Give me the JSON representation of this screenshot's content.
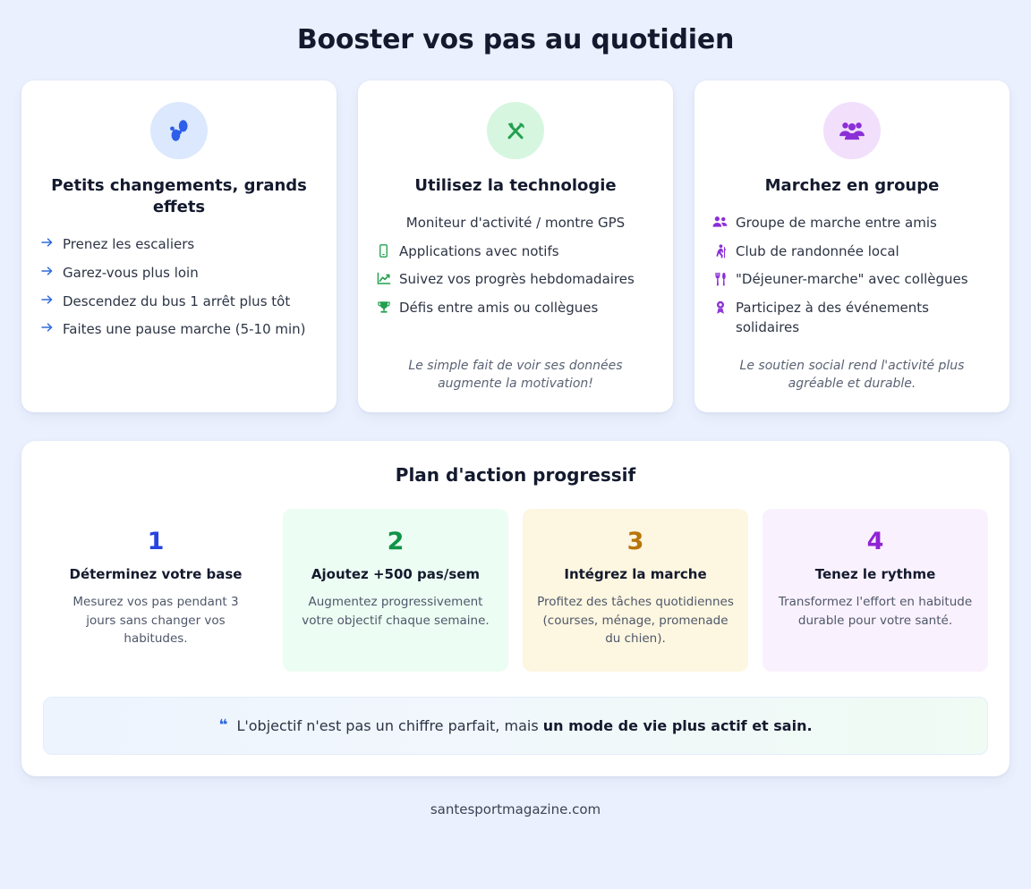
{
  "page": {
    "title": "Booster vos pas au quotidien",
    "background_color": "#eaf0fd",
    "footer": "santesportmagazine.com"
  },
  "cards": [
    {
      "icon": "footprints-icon",
      "icon_color": "#2d5fe8",
      "icon_bg": "#dbe8fd",
      "title": "Petits changements, grands effets",
      "bullets": [
        {
          "icon": "arrow-right-icon",
          "icon_color": "#2f6bdd",
          "text": "Prenez les escaliers"
        },
        {
          "icon": "arrow-right-icon",
          "icon_color": "#2f6bdd",
          "text": "Garez-vous plus loin"
        },
        {
          "icon": "arrow-right-icon",
          "icon_color": "#2f6bdd",
          "text": "Descendez du bus 1 arrêt plus tôt"
        },
        {
          "icon": "arrow-right-icon",
          "icon_color": "#2f6bdd",
          "text": "Faites une pause marche (5-10 min)"
        }
      ],
      "note": ""
    },
    {
      "icon": "hammer-and-wrench-icon",
      "icon_color": "#22a04e",
      "icon_bg": "#d6f6e0",
      "title": "Utilisez la technologie",
      "bullets": [
        {
          "icon": "watch-icon",
          "icon_color": "#22a04e",
          "text": "Moniteur d'activité / montre GPS"
        },
        {
          "icon": "mobile-phone-icon",
          "icon_color": "#22a04e",
          "text": "Applications avec notifs"
        },
        {
          "icon": "chart-increasing-icon",
          "icon_color": "#22a04e",
          "text": "Suivez vos progrès hebdomadaires"
        },
        {
          "icon": "trophy-icon",
          "icon_color": "#22a04e",
          "text": "Défis entre amis ou collègues"
        }
      ],
      "note": "Le simple fait de voir ses données augmente la motivation!"
    },
    {
      "icon": "people-group-icon",
      "icon_color": "#8b2fd6",
      "icon_bg": "#f1dffc",
      "title": "Marchez en groupe",
      "bullets": [
        {
          "icon": "two-people-icon",
          "icon_color": "#8b2fd6",
          "text": "Groupe de marche entre amis"
        },
        {
          "icon": "hiking-person-icon",
          "icon_color": "#8b2fd6",
          "text": "Club de randonnée local"
        },
        {
          "icon": "fork-and-knife-icon",
          "icon_color": "#8b2fd6",
          "text": "\"Déjeuner-marche\" avec collègues"
        },
        {
          "icon": "medal-icon",
          "icon_color": "#8b2fd6",
          "text": "Participez à des événements solidaires"
        }
      ],
      "note": "Le soutien social rend l'activité plus agréable et durable."
    }
  ],
  "plan": {
    "title": "Plan d'action progressif",
    "steps": [
      {
        "number": "1",
        "number_color": "#2744e0",
        "background": "#ffffff",
        "heading": "Déterminez votre base",
        "description": "Mesurez vos pas pendant 3 jours sans changer vos habitudes."
      },
      {
        "number": "2",
        "number_color": "#0f9347",
        "background": "#ecfdf3",
        "heading": "Ajoutez +500 pas/sem",
        "description": "Augmentez progressivement votre objectif chaque semaine."
      },
      {
        "number": "3",
        "number_color": "#b8750b",
        "background": "#fdf6e0",
        "heading": "Intégrez la marche",
        "description": "Profitez des tâches quotidiennes (courses, ménage, promenade du chien)."
      },
      {
        "number": "4",
        "number_color": "#9024d4",
        "background": "#faf1fe",
        "heading": "Tenez le rythme",
        "description": "Transformez l'effort en habitude durable pour votre santé."
      }
    ]
  },
  "quote": {
    "mark_icon": "quote-open-icon",
    "mark_glyph": "❝",
    "text_plain": "L'objectif n'est pas un chiffre parfait, mais ",
    "text_bold": "un mode de vie plus actif et sain."
  }
}
